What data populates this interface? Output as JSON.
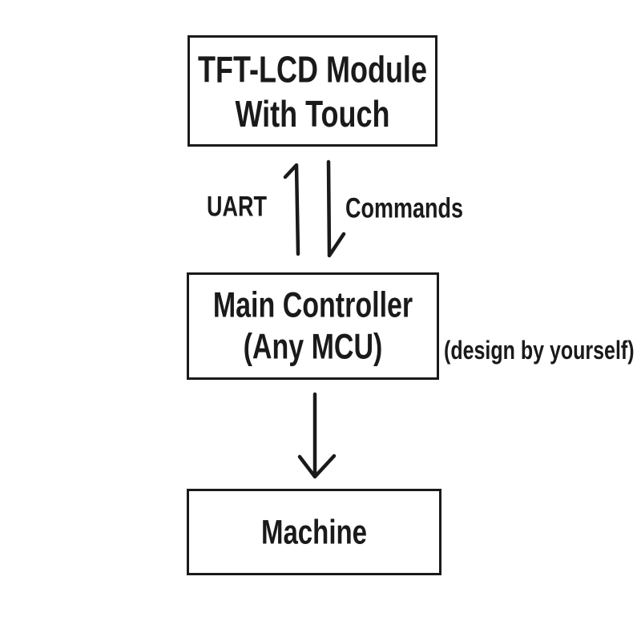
{
  "colors": {
    "ink": "#1a1a1a",
    "background": "#ffffff"
  },
  "diagram": {
    "nodes": [
      {
        "id": "tft-lcd-module",
        "lines": [
          "TFT-LCD Module",
          "With Touch"
        ]
      },
      {
        "id": "main-controller",
        "lines": [
          "Main Controller",
          "(Any MCU)"
        ]
      },
      {
        "id": "machine",
        "lines": [
          "Machine"
        ]
      }
    ],
    "edges": [
      {
        "from": "main-controller",
        "to": "tft-lcd-module",
        "direction": "up",
        "label": "UART"
      },
      {
        "from": "tft-lcd-module",
        "to": "main-controller",
        "direction": "down",
        "label": "Commands"
      },
      {
        "from": "main-controller",
        "to": "machine",
        "direction": "down",
        "label": ""
      }
    ],
    "annotation": "(design by yourself)"
  }
}
